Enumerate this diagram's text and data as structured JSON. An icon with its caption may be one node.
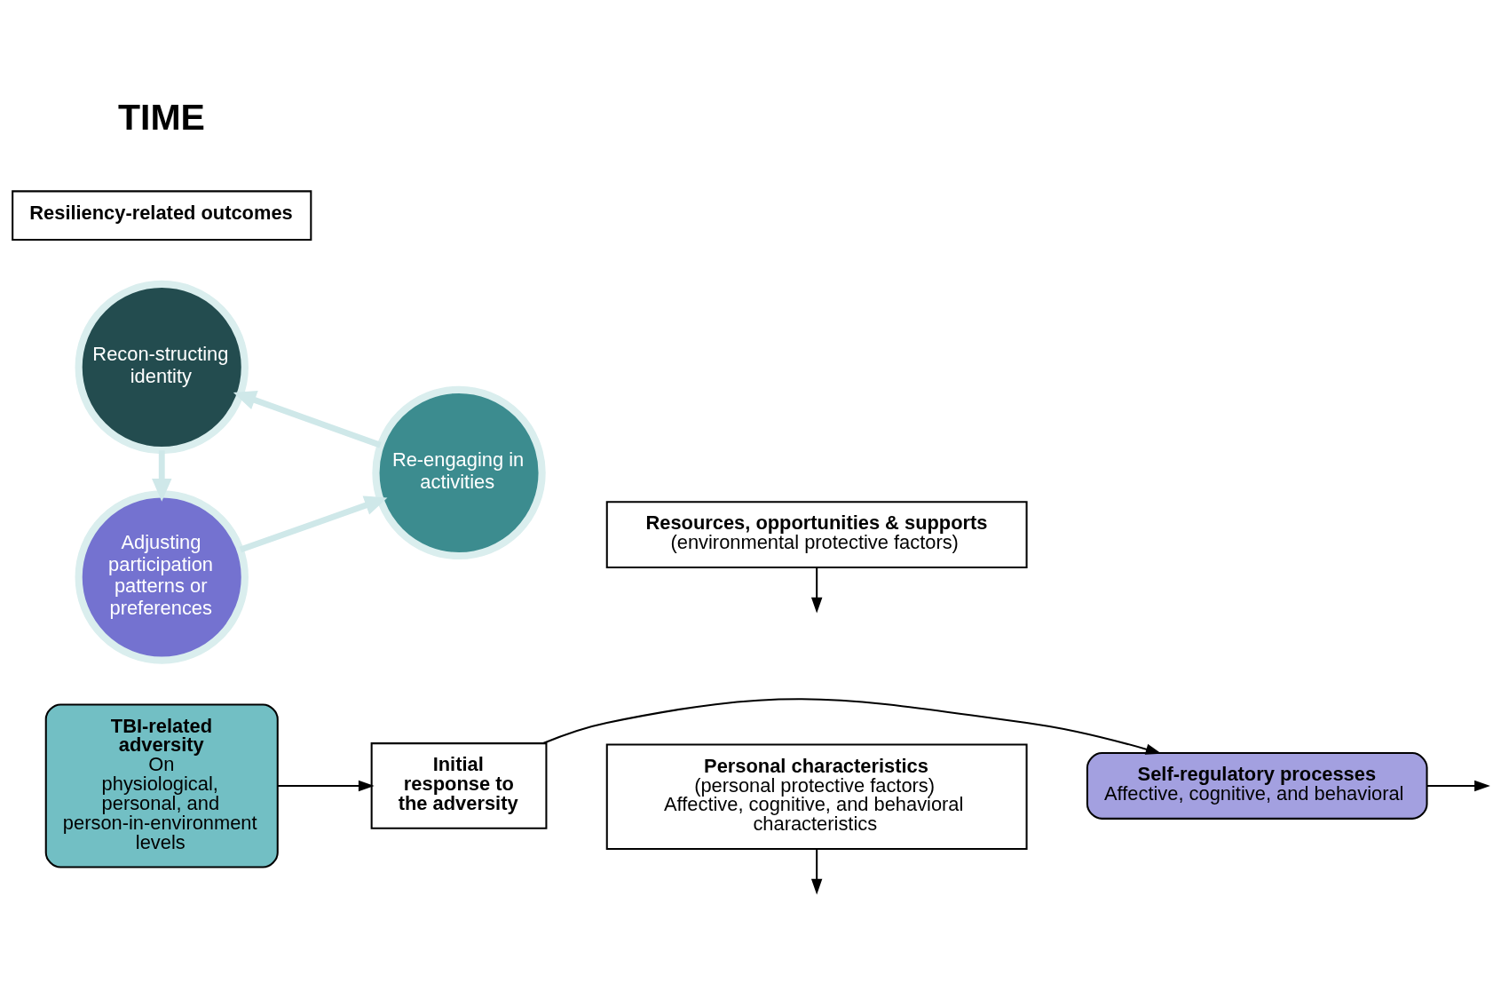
{
  "diagram": {
    "nodes": [
      {
        "text": [
          "TBI-related adversity",
          "On physiological, personal, and person-in-environment levels"
        ]
      },
      {
        "text": [
          "Initial response to the adversity"
        ]
      },
      {
        "text": [
          "Personal characteristics",
          "(personal protective factors)",
          "Affective, cognitive, and behavioral characteristics"
        ]
      },
      {
        "text": [
          "Self-regulatory processes",
          "Affective, cognitive, and behavioral"
        ]
      },
      {
        "text": [
          "Resources, opportunities & supports",
          "(environmental protective factors)"
        ]
      },
      {
        "text": [
          "Resiliency-related outcomes"
        ]
      },
      {
        "text": [
          "Recon-structing identity"
        ]
      },
      {
        "text": [
          "Adjusting participation patterns or preferences"
        ]
      },
      {
        "text": [
          "Re-engaging in activities"
        ]
      }
    ],
    "edges": [
      {
        "from": 0,
        "to": 1,
        "arrow": "to"
      },
      {
        "from": 1,
        "to": 3,
        "arrow": "to"
      },
      {
        "from": 2,
        "to": null,
        "arrow": "to"
      },
      {
        "from": 4,
        "to": null,
        "arrow": "to"
      },
      {
        "from": 3,
        "to": null,
        "arrow": "to"
      },
      {
        "from": 6,
        "to": 7,
        "arrow": "to",
        "style": "thick",
        "color": "#cfe8e9"
      },
      {
        "from": 7,
        "to": 8,
        "arrow": "to",
        "style": "thick",
        "color": "#cfe8e9"
      },
      {
        "from": 8,
        "to": 6,
        "arrow": "to",
        "style": "thick",
        "color": "#cfe8e9"
      }
    ],
    "labels": [
      "TIME"
    ]
  }
}
